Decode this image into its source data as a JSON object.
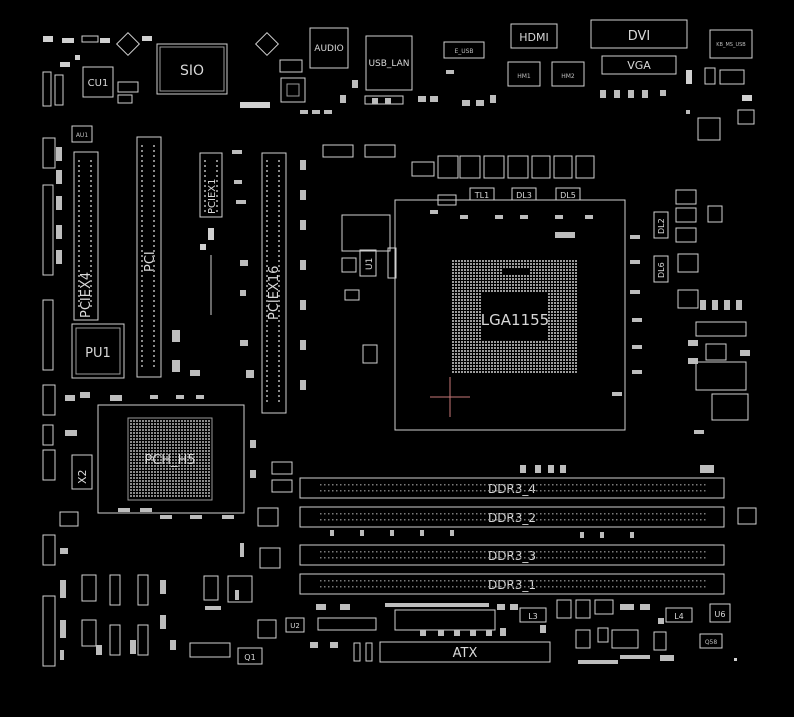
{
  "colors": {
    "background": "#000000",
    "silkscreen": "#d0d0d0",
    "cursor": "#c87878"
  },
  "top_connectors": {
    "sio": "SIO",
    "audio": "AUDIO",
    "usb_lan": "USB_LAN",
    "hdmi": "HDMI",
    "dvi": "DVI",
    "vga": "VGA",
    "hm1": "HM1",
    "hm2": "HM2",
    "cu1": "CU1",
    "usb3": "KB_MS_USB",
    "eusb": "E_USB"
  },
  "slots": {
    "pciex4": "PCIEX4",
    "pci": "PCI",
    "pciex1": "PCIEX1",
    "pciex16": "PCIEX16"
  },
  "chips": {
    "cpu_socket": "LGA1155",
    "pch": "PCH_H5",
    "power_unit": "PU1",
    "x2": "X2",
    "u1": "U1",
    "au1": "AU1",
    "u2": "U2",
    "u6": "U6",
    "q1": "Q1",
    "q58": "Q58"
  },
  "memory": [
    "DDR3_4",
    "DDR3_2",
    "DDR3_3",
    "DDR3_1"
  ],
  "power": {
    "atx": "ATX"
  },
  "misc_labels": {
    "tl1": "TL1",
    "dl3": "DL3",
    "dl5": "DL5",
    "dl2": "DL2",
    "dl6": "DL6",
    "l3": "L3",
    "l4": "L4"
  }
}
